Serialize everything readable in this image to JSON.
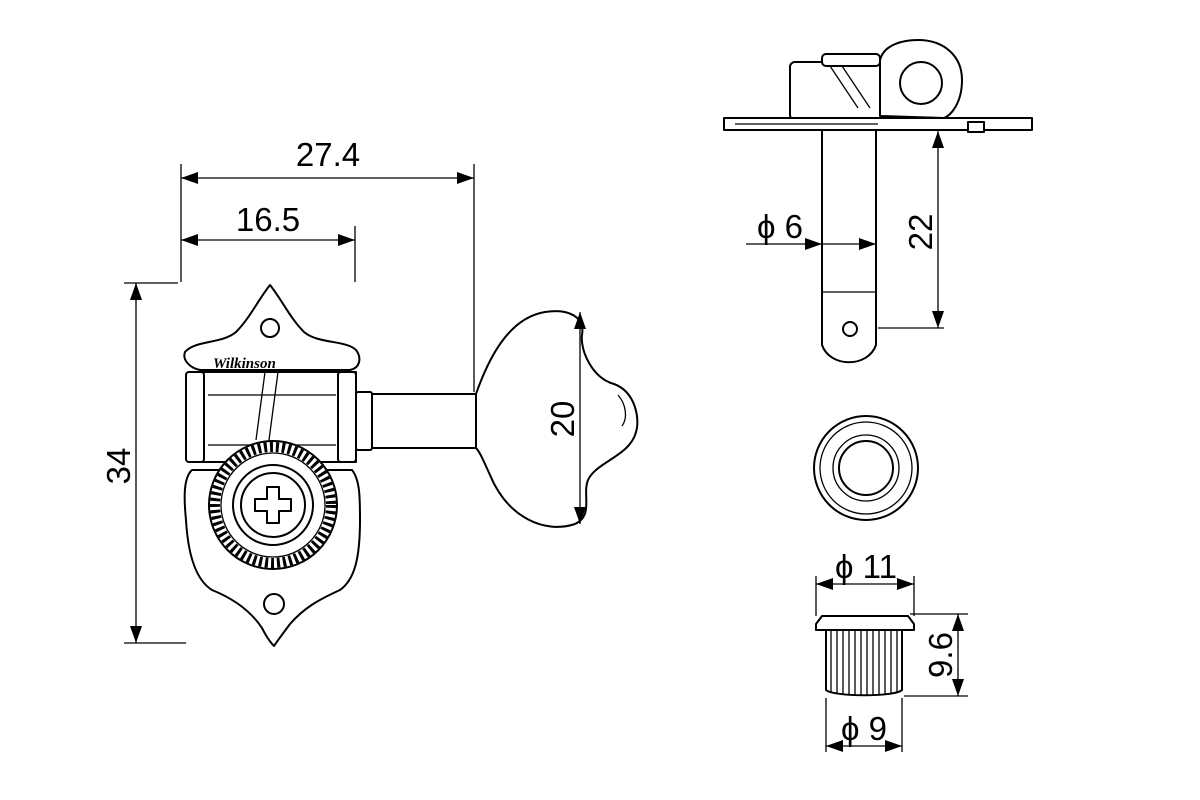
{
  "brand_text": "Wilkinson",
  "dimensions": {
    "overall_width": "27.4",
    "post_offset": "16.5",
    "height": "34",
    "button_width": "20",
    "post_length": "22",
    "post_diameter": "ϕ 6",
    "bushing_outer_diameter": "ϕ 11",
    "bushing_height": "9.6",
    "bushing_inner_diameter": "ϕ 9"
  }
}
